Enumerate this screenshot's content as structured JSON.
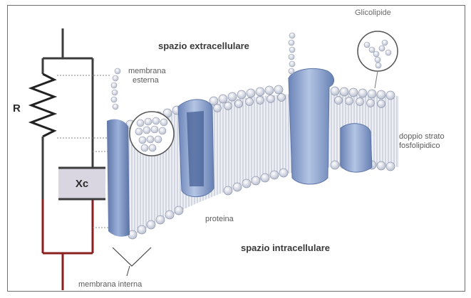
{
  "labels": {
    "resistor": "R",
    "capacitor": "Xc",
    "extracellular": "spazio extracellulare",
    "intracellular": "spazio intracellulare",
    "outer_membrane_1": "membrana",
    "outer_membrane_2": "esterna",
    "inner_membrane": "membrana interna",
    "protein": "proteina",
    "glycolipid": "Glicolipide",
    "bilayer_1": "doppio strato",
    "bilayer_2": "fosfolipidico"
  },
  "colors": {
    "circuit_top": "#3c3c3c",
    "circuit_bottom": "#8b1f1f",
    "capacitor_fill": "#d9d6e2",
    "membrane_blue": "#6e86b8",
    "protein_blue": "#7d97c8",
    "lipid_head": "#dfe3ee"
  }
}
